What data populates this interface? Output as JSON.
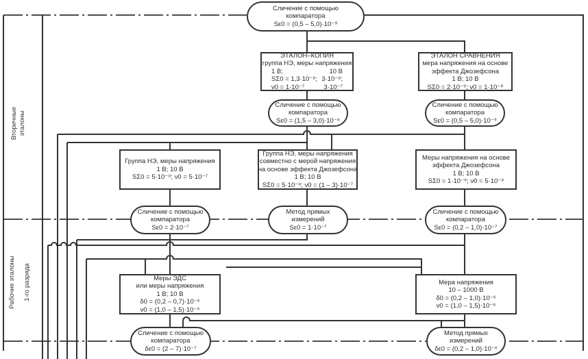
{
  "side_labels": {
    "secondary": [
      "Вторичные",
      "эталоны"
    ],
    "working": "Рабочие эталоны",
    "first_rank": "1-го разряда"
  },
  "nodes": {
    "top_comparator": {
      "lines": [
        "Сличение с помощью",
        "компаратора",
        "Sε0 = (0,5 – 5,0)·10⁻⁹"
      ]
    },
    "etalon_copy": {
      "title": "ЭТАЛОН–КОПИЯ",
      "subtitle": "группа НЭ, меры напряжения",
      "rows": [
        [
          "1 В;",
          "10 В"
        ],
        [
          "SΣ0 = 1,3·10⁻⁸;",
          "3·10⁻⁸;"
        ],
        [
          "ν0 = 1·10⁻⁷",
          "3·10⁻⁷"
        ]
      ]
    },
    "etalon_comparison": {
      "lines": [
        "ЭТАЛОН СРАВНЕНИЯ",
        "мера напряжения на основе",
        "эффекта Джозефсона",
        "1 В; 10 В",
        "SΣ0 = 2·10⁻⁹;  ν0 = 1·10⁻⁹"
      ]
    },
    "comparator_copy": {
      "lines": [
        "Сличение с помощью",
        "компаратора",
        "Sε0 = (1,5 – 3,0)·10⁻⁸"
      ]
    },
    "comparator_comparison": {
      "lines": [
        "Сличение с помощью",
        "компаратора",
        "Sε0 = (0,5 – 5,0)·10⁻⁹"
      ]
    },
    "group_ne": {
      "lines": [
        "Группа НЭ, меры напряжения",
        "1 В; 10 В",
        "SΣ0 = 5·10⁻⁸;  ν0 = 5·10⁻⁷"
      ]
    },
    "group_ne_josephson": {
      "lines": [
        "Группа НЭ, меры напряжения",
        "совместно с мерой напряжения",
        "на основе эффекта Джозефсона",
        "1 В; 10 В",
        "SΣ0 = 5·10⁻⁸;  ν0 = (1 – 3)·10⁻⁷"
      ]
    },
    "josephson_measures": {
      "lines": [
        "Меры напряжения на основе",
        "эффекта Джозефсона",
        "1 В; 10 В",
        "SΣ0 = 1·10⁻⁸;  ν0 = 5·10⁻⁸"
      ]
    },
    "comparator_left_mid": {
      "lines": [
        "Сличение с помощью",
        "компаратора",
        "Sε0 = 2·10⁻⁷"
      ]
    },
    "direct_mid": {
      "lines": [
        "Метод прямых",
        "измерений",
        "Sε0 = 1·10⁻⁷"
      ]
    },
    "comparator_right_mid": {
      "lines": [
        "Сличение с помощью",
        "компаратора",
        "Sε0 = (0,2 – 1,0)·10⁻⁷"
      ]
    },
    "emf_measures": {
      "lines": [
        "Меры ЭДС",
        "или меры напряжения",
        "1 В; 10 В",
        "δ0 = (0,2 – 0,7)·10⁻⁶",
        "ν0 = (1,0 – 1,5)·10⁻⁶"
      ]
    },
    "voltage_measure": {
      "lines": [
        "Мера напряжения",
        "10 – 1000 В",
        "δ0 = (0,2 – 1,0)·10⁻⁶",
        "ν0 = (1,0 – 1,5)·10⁻⁶"
      ]
    },
    "comparator_bottom": {
      "lines": [
        "Сличение с помощью",
        "компаратора",
        "δε0 = (2 – 7)·10⁻⁷"
      ]
    },
    "direct_bottom": {
      "lines": [
        "Метод прямых",
        "измерений",
        "δε0 = (0,2 – 1,0)·10⁻⁶"
      ]
    }
  }
}
